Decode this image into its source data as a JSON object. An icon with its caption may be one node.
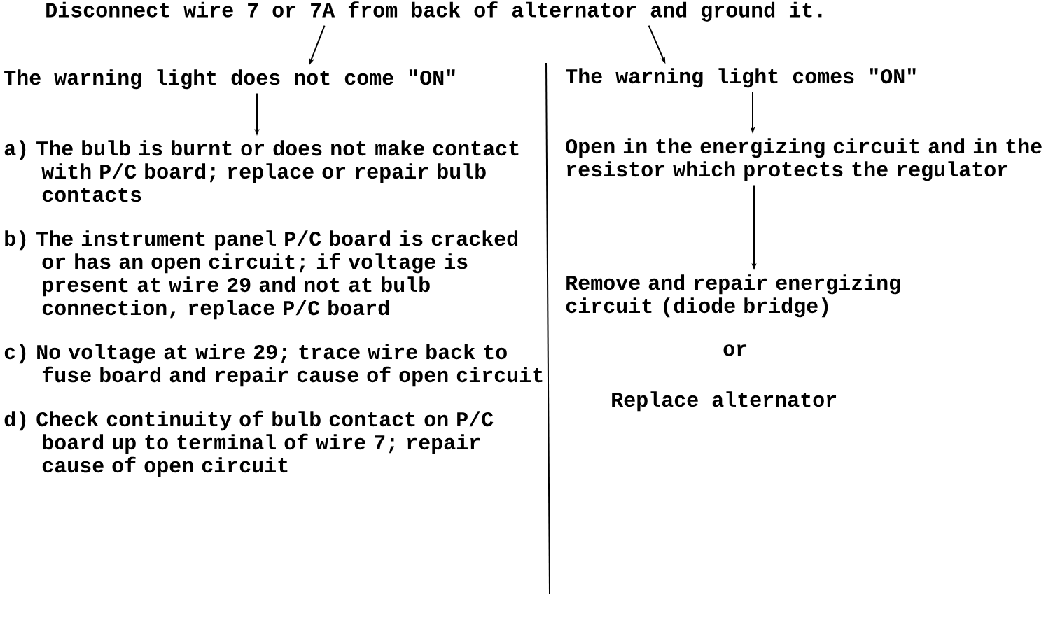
{
  "diagram": {
    "nodes": [
      {
        "text": [
          "Disconnect wire 7 or 7A from back of alternator and ground it."
        ]
      },
      {
        "text": [
          "The warning light does not come \"ON\""
        ]
      },
      {
        "text": [
          "a) The bulb is burnt or does not make contact with P/C board; replace or repair bulb contacts",
          "b) The instrument panel P/C board is cracked or has an open circuit; if voltage is present at wire 29 and not at bulb connection, replace P/C board",
          "c) No voltage at wire 29; trace wire back to fuse board and repair cause of open circuit",
          "d) Check continuity of bulb contact on P/C board up to terminal of wire 7; repair cause of open circuit"
        ]
      },
      {
        "text": [
          "The warning light comes \"ON\""
        ]
      },
      {
        "text": [
          "Open in the energizing circuit and in the resistor which protects the regulator"
        ]
      },
      {
        "text": [
          "Remove and repair energizing circuit (diode bridge)"
        ]
      }
    ],
    "edges": [
      {
        "from": 0,
        "to": 1,
        "arrow": "to"
      },
      {
        "from": 0,
        "to": 3,
        "arrow": "to"
      },
      {
        "from": 1,
        "to": 2,
        "arrow": "to"
      },
      {
        "from": 3,
        "to": 4,
        "arrow": "to"
      },
      {
        "from": 4,
        "to": 5,
        "arrow": "to"
      }
    ],
    "labels": [
      "or",
      "Replace alternator"
    ]
  }
}
